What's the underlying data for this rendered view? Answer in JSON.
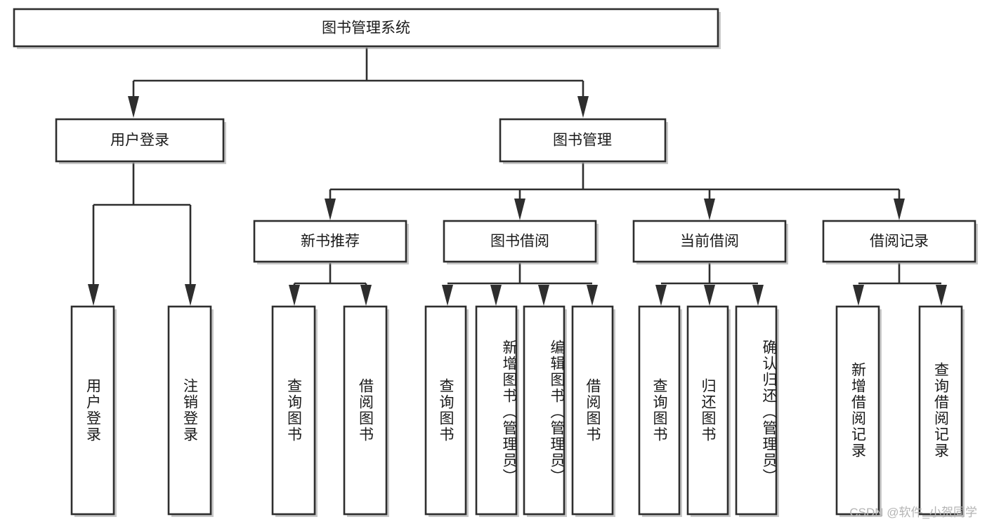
{
  "diagram": {
    "title": "图书管理系统",
    "watermark": "CSDN @软件_小贺同学",
    "type": "tree",
    "root": {
      "label": "图书管理系统",
      "children": [
        {
          "label": "用户登录",
          "children": [
            {
              "label": "用户登录"
            },
            {
              "label": "注销登录"
            }
          ]
        },
        {
          "label": "图书管理",
          "children": [
            {
              "label": "新书推荐",
              "children": [
                {
                  "label": "查询图书"
                },
                {
                  "label": "借阅图书"
                }
              ]
            },
            {
              "label": "图书借阅",
              "children": [
                {
                  "label": "查询图书"
                },
                {
                  "label": "新增图书（管理员）"
                },
                {
                  "label": "编辑图书（管理员）"
                },
                {
                  "label": "借阅图书"
                }
              ]
            },
            {
              "label": "当前借阅",
              "children": [
                {
                  "label": "查询图书"
                },
                {
                  "label": "归还图书"
                },
                {
                  "label": "确认归还（管理员）"
                }
              ]
            },
            {
              "label": "借阅记录",
              "children": [
                {
                  "label": "新增借阅记录"
                },
                {
                  "label": "查询借阅记录"
                }
              ]
            }
          ]
        }
      ]
    }
  },
  "nodes": {
    "title": "图书管理系统",
    "l2_user_login": "用户登录",
    "l2_book_mgmt": "图书管理",
    "l3_new_book": "新书推荐",
    "l3_borrow": "图书借阅",
    "l3_current": "当前借阅",
    "l3_record": "借阅记录",
    "leaf_user_login": "用户登录",
    "leaf_logout": "注销登录",
    "leaf_nb_query": "查询图书",
    "leaf_nb_borrow": "借阅图书",
    "leaf_bb_query": "查询图书",
    "leaf_bb_add": "新增图书（管理员）",
    "leaf_bb_edit": "编辑图书（管理员）",
    "leaf_bb_borrow": "借阅图书",
    "leaf_cur_query": "查询图书",
    "leaf_cur_return": "归还图书",
    "leaf_cur_confirm": "确认归还（管理员）",
    "leaf_rec_add": "新增借阅记录",
    "leaf_rec_query": "查询借阅记录"
  },
  "colors": {
    "stroke": "#2e2e2e",
    "fill": "#ffffff",
    "text": "#1a1a1a",
    "watermark": "#b4b4b4"
  }
}
